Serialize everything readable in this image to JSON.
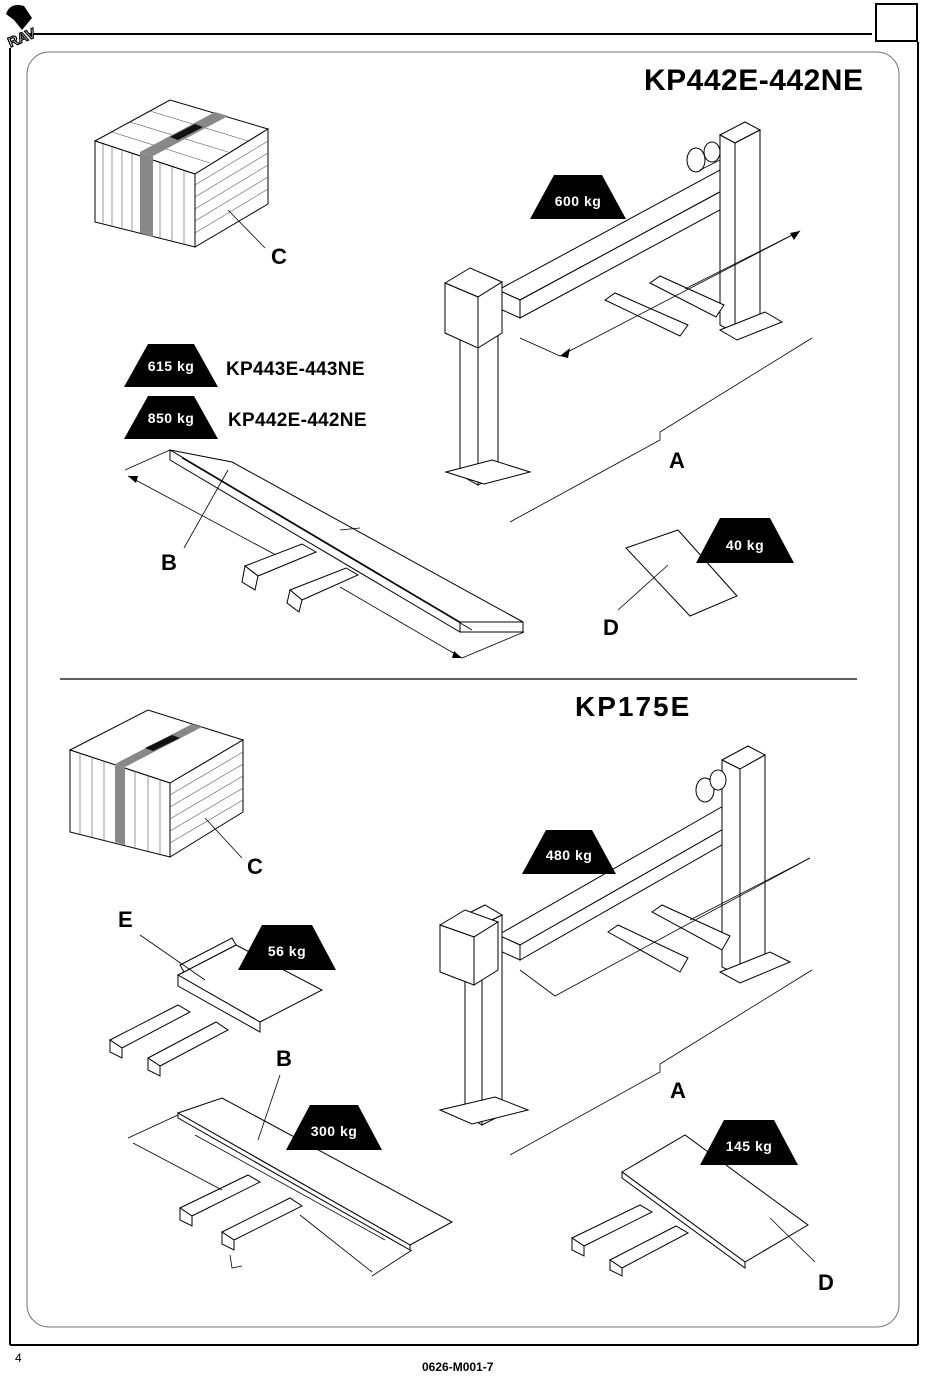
{
  "page": {
    "page_number": "4",
    "doc_code": "0626-M001-7"
  },
  "top": {
    "title": "KP442E-442NE",
    "weights": {
      "a": "600 kg",
      "b1": "615 kg",
      "b2": "850 kg",
      "d": "40 kg"
    },
    "models": {
      "m1": "KP443E-443NE",
      "m2": "KP442E-442NE"
    },
    "letters": {
      "c": "C",
      "a": "A",
      "b": "B",
      "d": "D"
    }
  },
  "bottom": {
    "title": "KP175E",
    "weights": {
      "a": "480 kg",
      "e": "56 kg",
      "b": "300 kg",
      "d": "145 kg"
    },
    "letters": {
      "c": "C",
      "e": "E",
      "b": "B",
      "a": "A",
      "d": "D"
    }
  },
  "icons": [
    "logo-icon"
  ]
}
